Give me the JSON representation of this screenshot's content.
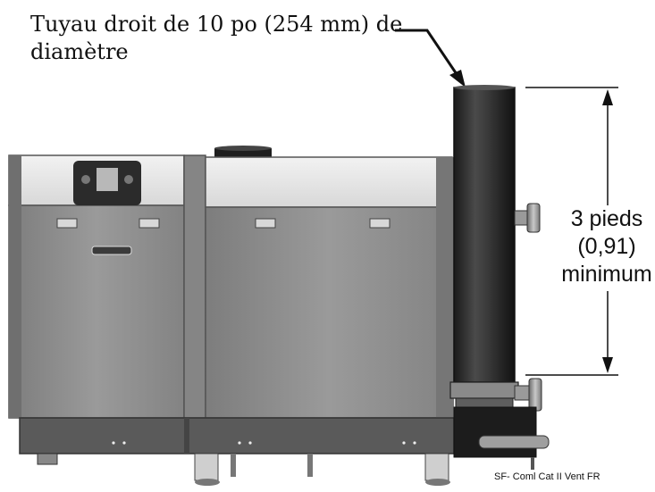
{
  "callout": {
    "line1": "Tuyau droit de 10 po (254 mm) de",
    "line2": "diamètre"
  },
  "dimension": {
    "line1": "3 pieds",
    "line2": "(0,91)",
    "line3": "minimum"
  },
  "caption": "SF- Coml Cat II  Vent FR",
  "colors": {
    "boiler_panel": "#8f8f8f",
    "boiler_top": "#e6e6e6",
    "vent_pipe": "#2e2e2e",
    "base": "#5a5a5a"
  }
}
